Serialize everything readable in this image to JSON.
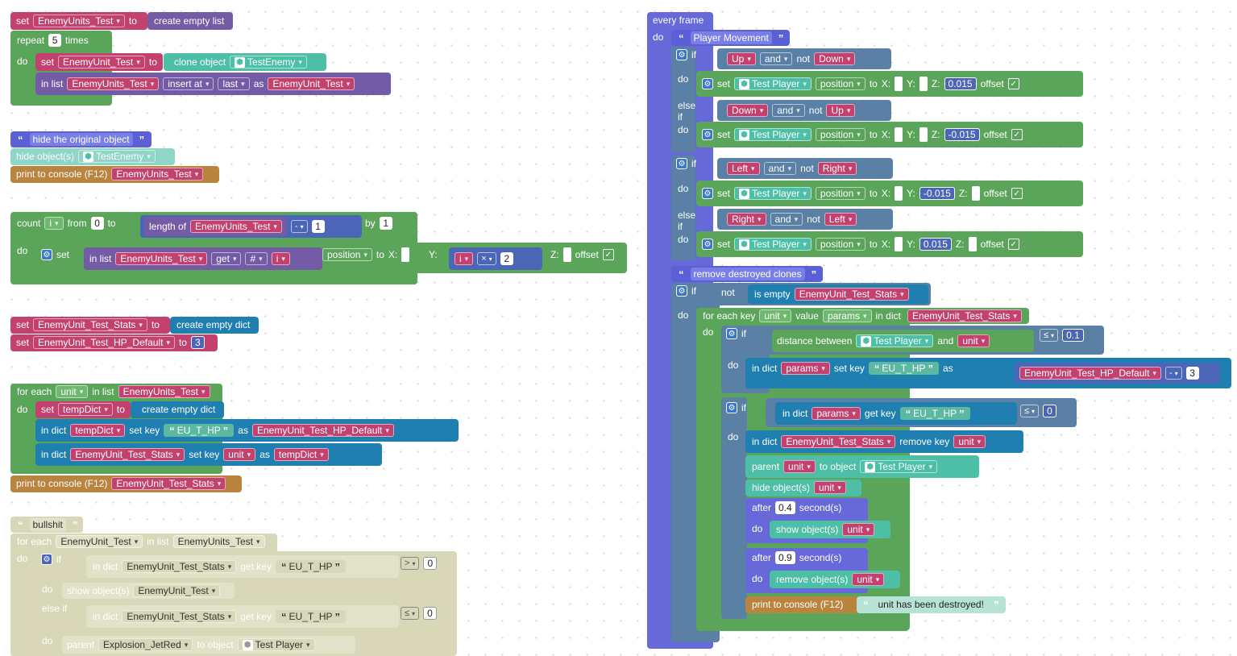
{
  "colors": {
    "variables": "#c2416e",
    "loops": "#5ba55b",
    "lists": "#745ba5",
    "objects": "#4dbfa7",
    "dicts": "#1f7fb0",
    "logic": "#5b80a5",
    "comment": "#5b60d6",
    "console": "#b9843e",
    "event": "#6769d8",
    "disabled": "#d8d8b8"
  },
  "common": {
    "set": "set",
    "to": "to",
    "do": "do",
    "if": "if",
    "else_if": "else if",
    "and": "and",
    "not": "not",
    "position": "position",
    "offset": "offset",
    "x": "X:",
    "y": "Y:",
    "z": "Z:",
    "in_list": "in list",
    "in_dict": "in dict",
    "as": "as",
    "set_key": "set key",
    "get_key": "get key",
    "hide": "hide object(s)",
    "show": "show object(s)",
    "print": "print to console (F12)",
    "after": "after",
    "seconds": "second(s)",
    "parent": "parent",
    "to_object": "to object",
    "remove_key": "remove key",
    "remove_object": "remove object(s)",
    "for_each": "for each",
    "times": "times",
    "repeat": "repeat",
    "count": "count",
    "from": "from",
    "by": "by",
    "length_of": "length of",
    "get": "get",
    "hash": "#",
    "insert_at": "insert at",
    "last": "last",
    "clone_object": "clone object",
    "create_empty_list": "create empty list",
    "create_empty_dict": "create empty dict",
    "distance_between": "distance between",
    "is_empty": "is empty",
    "for_each_key": "for each key",
    "value": "value"
  },
  "vars": {
    "EnemyUnits_Test": "EnemyUnits_Test",
    "EnemyUnit_Test": "EnemyUnit_Test",
    "TestEnemy": "TestEnemy",
    "EnemyUnit_Test_Stats": "EnemyUnit_Test_Stats",
    "EnemyUnit_Test_HP_Default": "EnemyUnit_Test_HP_Default",
    "i": "i",
    "unit": "unit",
    "tempDict": "tempDict",
    "params": "params",
    "TestPlayer": "Test Player",
    "Explosion_JetRed": "Explosion_JetRed"
  },
  "strings": {
    "EU_T_HP": "EU_T_HP",
    "hide_original": "hide the original object",
    "bullshit": "bullshit",
    "player_movement": "Player Movement",
    "remove_destroyed": "remove destroyed clones",
    "unit_destroyed": "unit has been destroyed!"
  },
  "keys": {
    "Up": "Up",
    "Down": "Down",
    "Left": "Left",
    "Right": "Right"
  },
  "numbers": {
    "n5": "5",
    "n0": "0",
    "n1": "1",
    "n2": "2",
    "n3": "3",
    "p015": "0.015",
    "m015": "-0.015",
    "d01": "0.1",
    "d04": "0.4",
    "d09": "0.9"
  },
  "ops": {
    "minus": "-",
    "times": "×",
    "lte": "≤",
    "gt": ">"
  },
  "event": {
    "every_frame": "every frame"
  },
  "page": {
    "x_mark": "✓"
  }
}
